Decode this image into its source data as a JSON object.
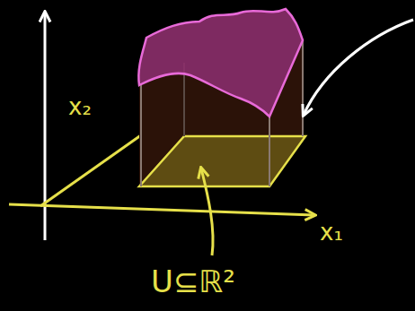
{
  "diagram": {
    "labels": [
      "x₂",
      "x₁",
      "U⊆ℝ²"
    ]
  }
}
